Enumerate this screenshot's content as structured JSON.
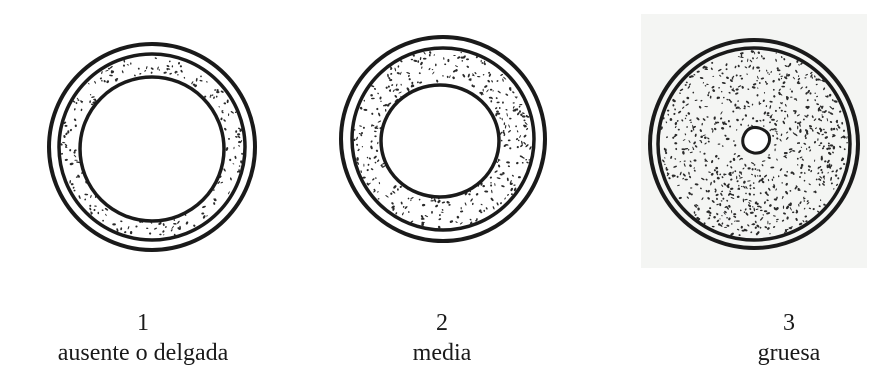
{
  "figures": [
    {
      "number": "1",
      "label": "ausente o delgada",
      "wall": "thin"
    },
    {
      "number": "2",
      "label": "media",
      "wall": "medium"
    },
    {
      "number": "3",
      "label": "gruesa",
      "wall": "thick"
    }
  ],
  "colors": {
    "ink": "#1a1a1a",
    "stipple": "#2a2a2a",
    "background": "#ffffff",
    "panel": "#f4f5f3"
  }
}
